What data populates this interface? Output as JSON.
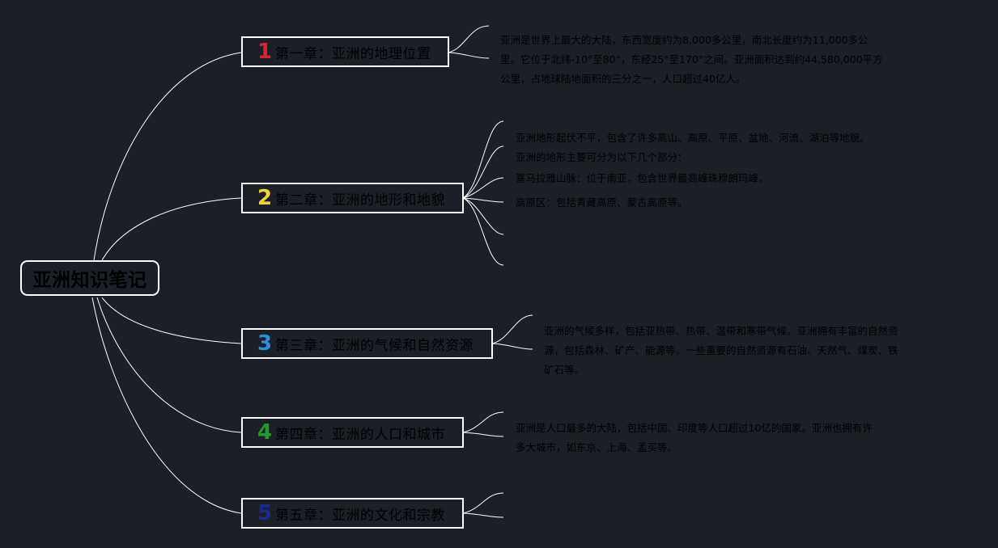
{
  "root": {
    "title": "亚洲知识笔记"
  },
  "chapters": [
    {
      "number": "1",
      "color": "#e0202a",
      "title": "第一章：亚洲的地理位置"
    },
    {
      "number": "2",
      "color": "#f2d23c",
      "title": "第二章：亚洲的地形和地貌"
    },
    {
      "number": "3",
      "color": "#2a8fd8",
      "title": "第三章：亚洲的气候和自然资源"
    },
    {
      "number": "4",
      "color": "#1f9a2e",
      "title": "第四章：亚洲的人口和城市"
    },
    {
      "number": "5",
      "color": "#1a2a8a",
      "title": "第五章：亚洲的文化和宗教"
    }
  ],
  "notes": {
    "ch1": [
      "亚洲是世界上最大的大陆，东西宽度约为8,000多公里，南北长度约为11,000多公",
      "里。它位于北纬-10°至80°，东经25°至170°之间。亚洲面积达到约44,580,000平方",
      "公里，占地球陆地面积的三分之一，人口超过40亿人。"
    ],
    "ch2_intro": [
      "亚洲地形起伏不平，包含了许多高山、高原、平原、盆地、河流、湖泊等地貌。",
      "亚洲的地形主要可分为以下几个部分："
    ],
    "ch2_item1": "喜马拉雅山脉：位于南亚，包含世界最高峰珠穆朗玛峰。",
    "ch2_item2": "高原区：包括青藏高原、蒙古高原等。",
    "ch3": [
      "亚洲的气候多样，包括亚热带、热带、温带和寒带气候。亚洲拥有丰富的自然资",
      "源，包括森林、矿产、能源等。一些重要的自然资源有石油、天然气、煤炭、铁",
      "矿石等。"
    ],
    "ch4": [
      "亚洲是人口最多的大陆，包括中国、印度等人口超过10亿的国家。亚洲也拥有许",
      "多大城市，如东京、上海、孟买等。"
    ]
  }
}
